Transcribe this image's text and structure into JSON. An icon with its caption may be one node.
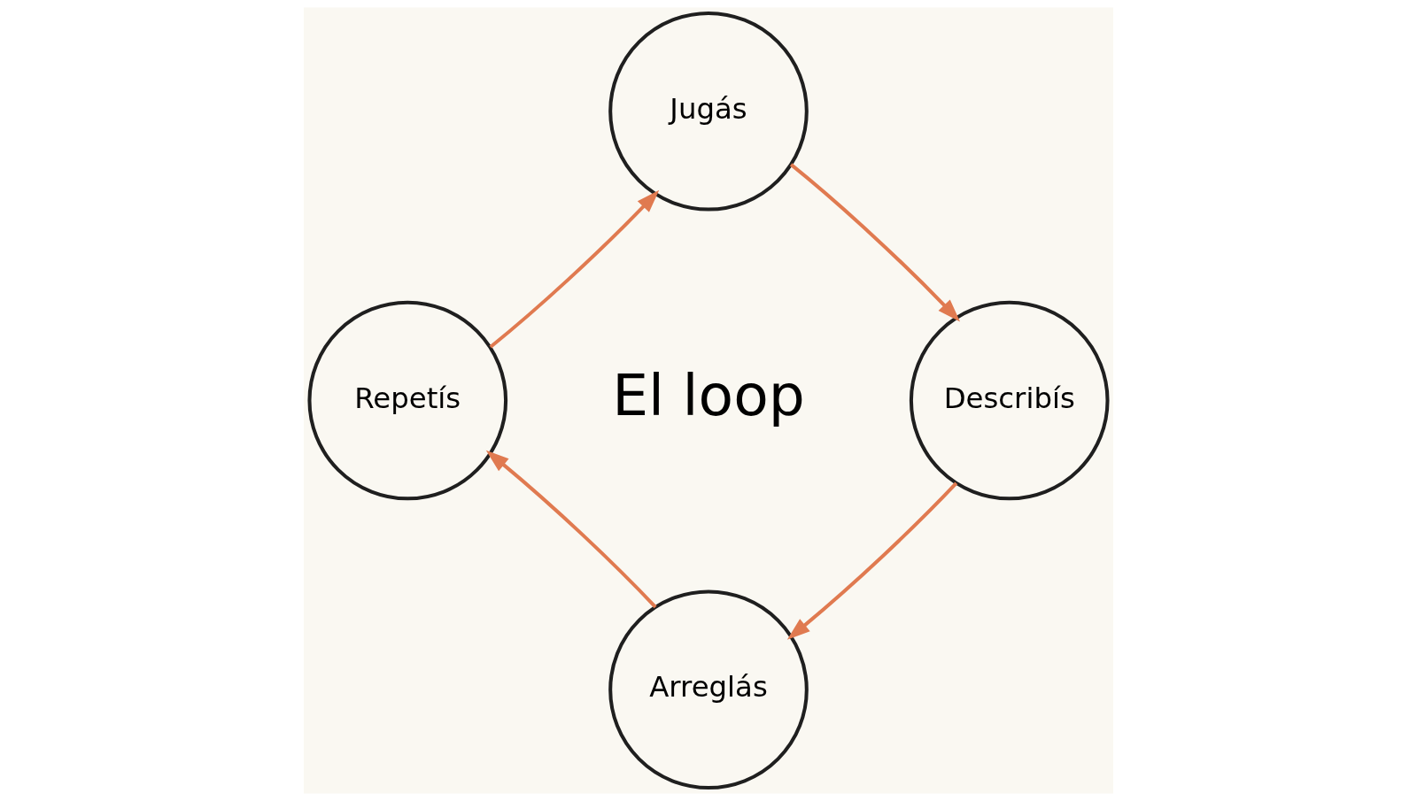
{
  "diagram": {
    "nodes": [
      {
        "text": [
          "Jugás"
        ]
      },
      {
        "text": [
          "Describís"
        ]
      },
      {
        "text": [
          "Arreglás"
        ]
      },
      {
        "text": [
          "Repetís"
        ]
      }
    ],
    "edges": [
      {
        "from": 0,
        "to": 1,
        "arrow": "to"
      },
      {
        "from": 1,
        "to": 2,
        "arrow": "to"
      },
      {
        "from": 2,
        "to": 3,
        "arrow": "to"
      },
      {
        "from": 3,
        "to": 0,
        "arrow": "to"
      }
    ],
    "labels": [
      "El loop"
    ]
  }
}
